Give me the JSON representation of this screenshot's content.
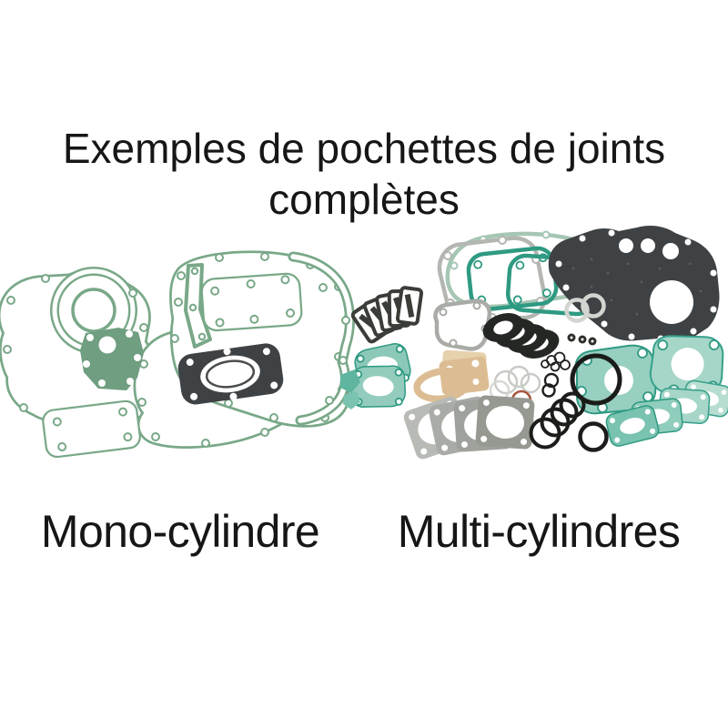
{
  "title": {
    "line1": "Exemples de pochettes de joints",
    "line2": "complètes"
  },
  "figures": {
    "left": {
      "label": "Mono-cylindre"
    },
    "right": {
      "label": "Multi-cylindres"
    }
  },
  "colors": {
    "ink": "#161616",
    "paper": "#ffffff",
    "sage": "#79a888",
    "sage-deep": "#6f9e80",
    "charcoal": "#3f4244",
    "teal": "#2f9a82",
    "teal-fill": "#97cfc0",
    "teal-light": "#a5d6c8",
    "grey": "#a2a5a0",
    "grey-light": "#c3c6c0",
    "beige": "#dcbd93",
    "beige-light": "#e6d1ad",
    "red-ring": "#a5563c",
    "black-ring": "#1c1e1c"
  }
}
